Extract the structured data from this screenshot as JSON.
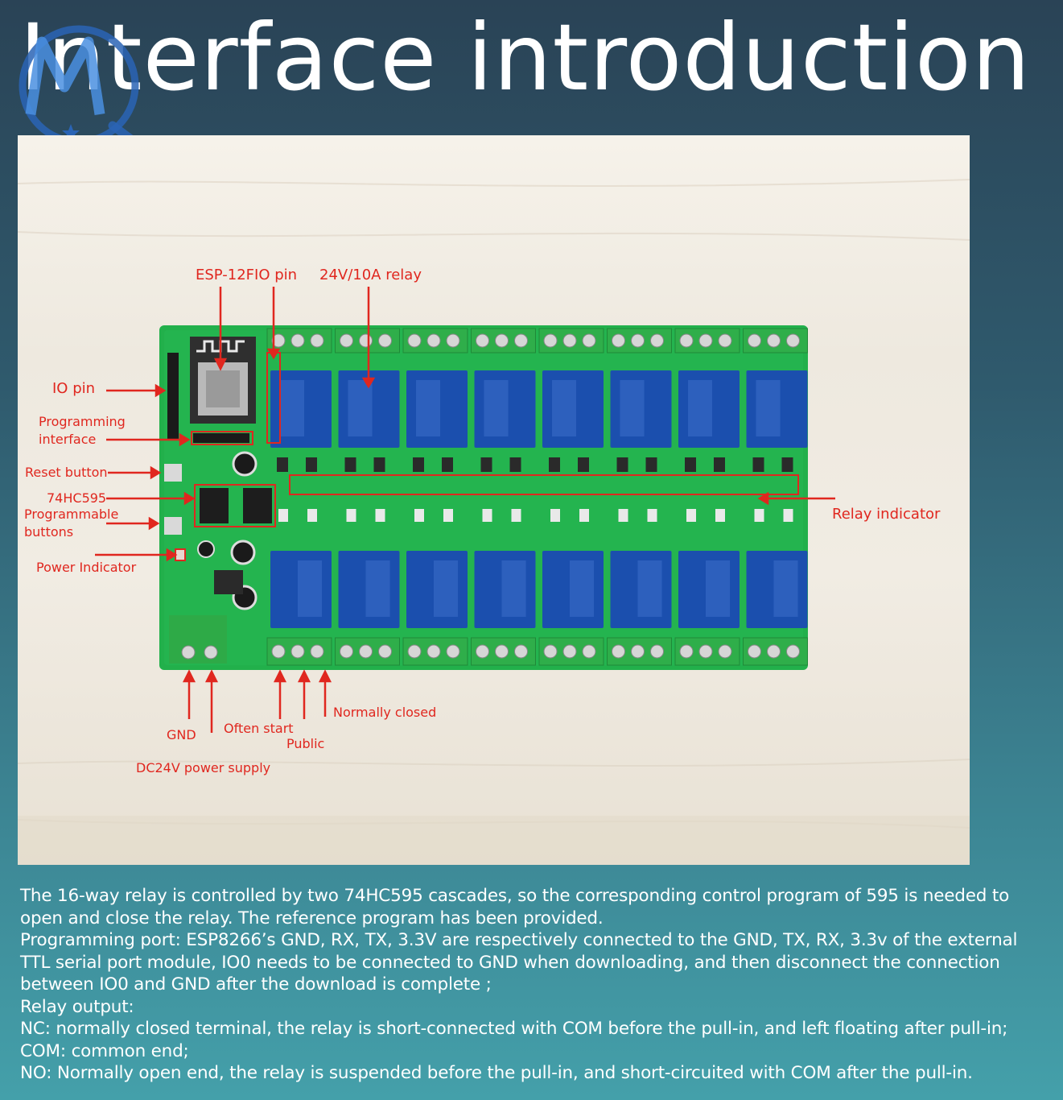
{
  "title": "Interface introduction",
  "labels": {
    "esp_pin": "ESP-12FIO pin",
    "relay": "24V/10A relay",
    "io_pin": "IO pin",
    "programming_line1": "Programming",
    "programming_line2": "interface",
    "reset": "Reset button",
    "hc595": "74HC595",
    "programmable_line1": "Programmable",
    "programmable_line2": "buttons",
    "power_indicator": "Power Indicator",
    "relay_indicator": "Relay indicator",
    "gnd": "GND",
    "often_start": "Often start",
    "public": "Public",
    "normally_closed": "Normally closed",
    "dc_supply": "DC24V power supply"
  },
  "description": [
    "The 16-way relay is controlled by two 74HC595 cascades, so the corresponding control program of 595 is needed to",
    "open and close the relay. The reference program has been provided.",
    "Programming port: ESP8266’s GND, RX, TX, 3.3V are respectively connected to the GND, TX, RX, 3.3v of the external",
    "TTL serial port module, IO0 needs to be connected to GND when downloading, and then disconnect the connection",
    "between IO0 and GND after the download is complete ;",
    "Relay output:",
    "NC: normally closed terminal, the relay is short-connected with COM before the pull-in, and left floating after pull-in;",
    "COM: common end;",
    "NO: Normally open end, the relay is suspended before the pull-in, and short-circuited with COM after the pull-in."
  ],
  "colors": {
    "label_red": "#e0271f",
    "pcb_green": "#22b04b",
    "relay_blue": "#1b4fae"
  }
}
